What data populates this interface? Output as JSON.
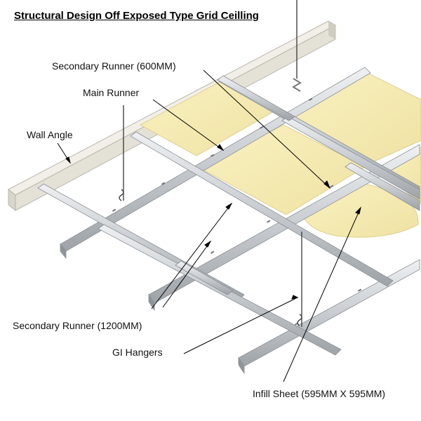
{
  "title": "Structural Design Off Exposed Type Grid Ceilling",
  "labels": {
    "secondary_runner_600": "Secondary Runner (600MM)",
    "main_runner": "Main Runner",
    "wall_angle": "Wall Angle",
    "secondary_runner_1200": "Secondary Runner (1200MM)",
    "gi_hangers": "GI Hangers",
    "infill_sheet": "Infill Sheet (595MM X 595MM)"
  },
  "colors": {
    "infill_panel": "#f7eeb4",
    "metal_light": "#d9dcdf",
    "metal_dark": "#9ea3a8",
    "wall_angle": "#e6e4dc",
    "leader_line": "#000000"
  }
}
